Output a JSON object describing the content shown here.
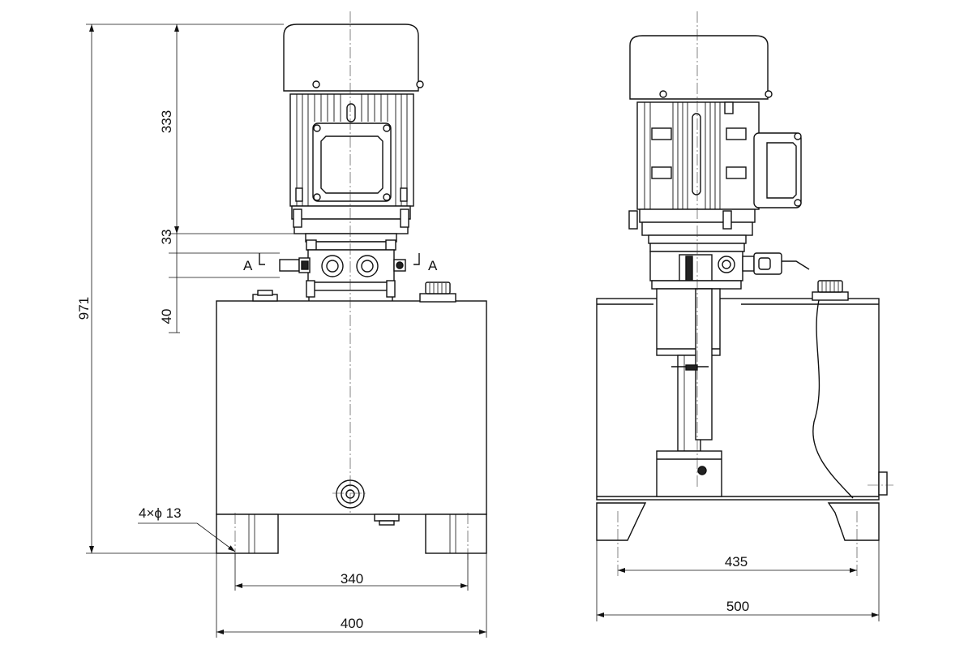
{
  "dimensions": {
    "total_height": "971",
    "motor_height": "333",
    "adapter_height": "33",
    "block_height": "40",
    "hole_callout": "4×ϕ 13",
    "front_foot_spacing": "340",
    "front_width": "400",
    "side_foot_spacing": "435",
    "side_width": "500"
  },
  "section_marks": {
    "left": "A",
    "right": "A"
  }
}
